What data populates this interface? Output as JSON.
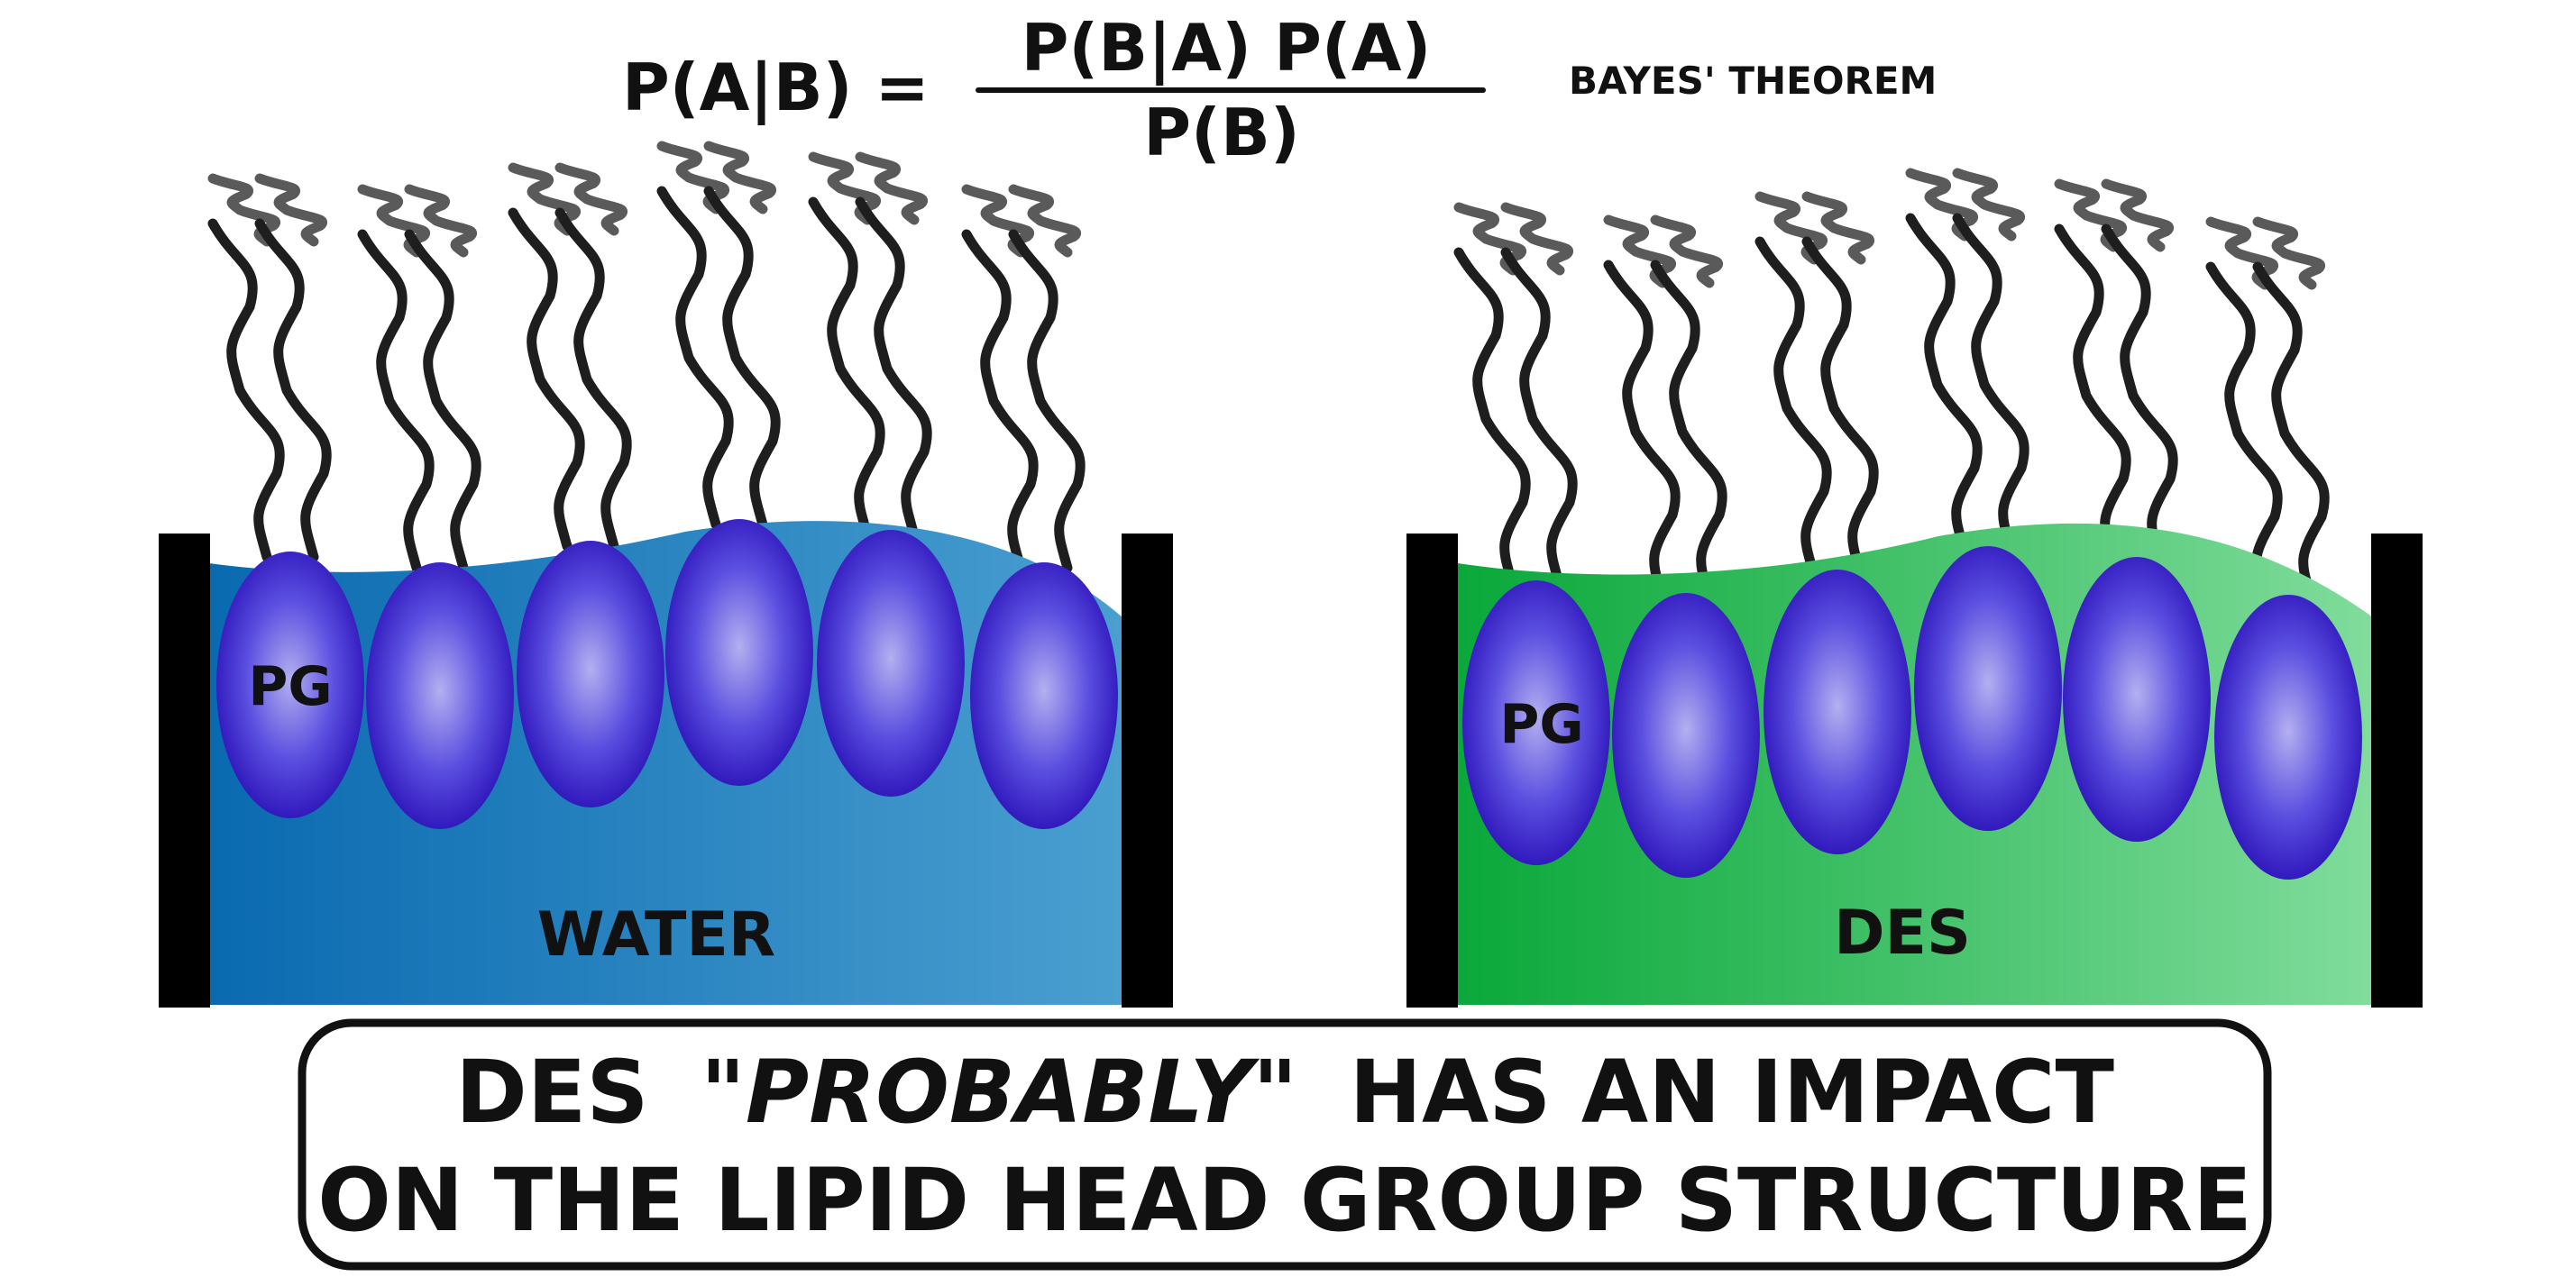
{
  "equation": {
    "lhs": "P(A|B) =",
    "numerator": "P(B|A) P(A)",
    "denominator": "P(B)",
    "name": "BAYES' THEOREM"
  },
  "panels": [
    {
      "id": "water",
      "solvent_label": "WATER",
      "head_label": "PG",
      "head_count": 6,
      "colors": {
        "liquid_dark": "#0a6ab0",
        "liquid_light": "#4a9fd0"
      }
    },
    {
      "id": "des",
      "solvent_label": "DES",
      "head_label": "PG",
      "head_count": 6,
      "colors": {
        "liquid_dark": "#0aa83a",
        "liquid_light": "#80dc9c"
      }
    }
  ],
  "caption": {
    "line1_prefix": "DES",
    "line1_emphasis": "\"PROBABLY\"",
    "line1_suffix": "HAS AN IMPACT",
    "line2": "ON THE LIPID HEAD GROUP STRUCTURE"
  },
  "colors": {
    "head_center": "#b4b0f0",
    "head_mid": "#5a4ee0",
    "head_edge": "#2c12b8",
    "tail": "#1e1e1e",
    "tail_shadow": "#5a5a5a",
    "wall": "#000000"
  }
}
